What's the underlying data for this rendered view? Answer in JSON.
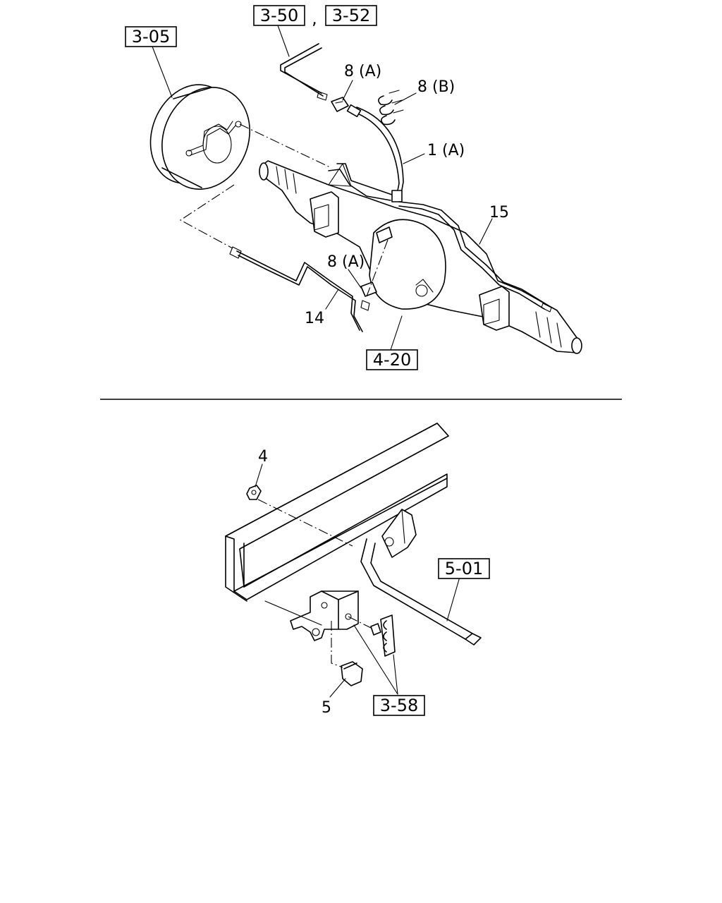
{
  "references": {
    "r305": "3-05",
    "r350": "3-50",
    "r352": "3-52",
    "r420": "4-20",
    "r501": "5-01",
    "r358": "3-58"
  },
  "separator_comma": ",",
  "parts": {
    "p8a_top": "8 (A)",
    "p8b": "8 (B)",
    "p1a": "1 (A)",
    "p15": "15",
    "p8a_mid": "8 (A)",
    "p14": "14",
    "p4": "4",
    "p5": "5"
  }
}
